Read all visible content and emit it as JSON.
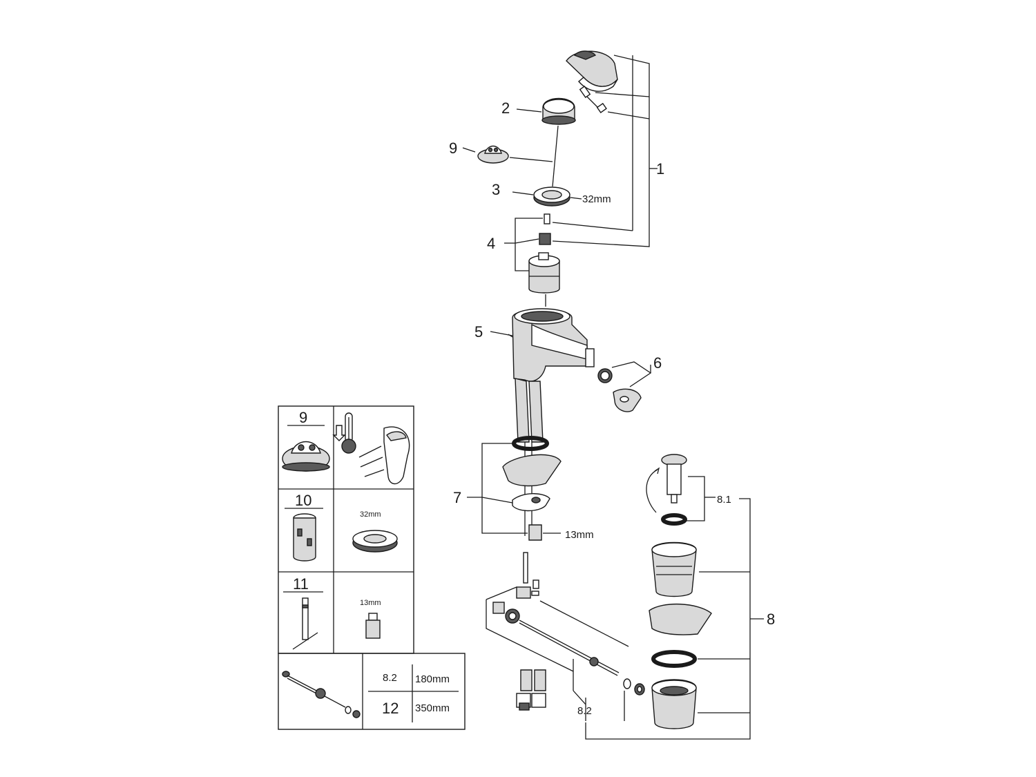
{
  "callouts": {
    "c1": "1",
    "c2": "2",
    "c3": "3",
    "c4": "4",
    "c5": "5",
    "c6": "6",
    "c7": "7",
    "c8": "8",
    "c9": "9",
    "c81": "8.1",
    "c82": "8.2"
  },
  "dimensions": {
    "nut_32": "32mm",
    "nut_13": "13mm"
  },
  "spare_table": {
    "row9_label": "9",
    "row10_label": "10",
    "row10_dim": "32mm",
    "row11_label": "11",
    "row11_dim": "13mm",
    "hose_rows": [
      {
        "label": "8.2",
        "length": "180mm"
      },
      {
        "label": "12",
        "length": "350mm"
      }
    ]
  },
  "icons": {
    "thermometer": "thermometer-cold-icon",
    "lever": "lever-handle-icon"
  }
}
